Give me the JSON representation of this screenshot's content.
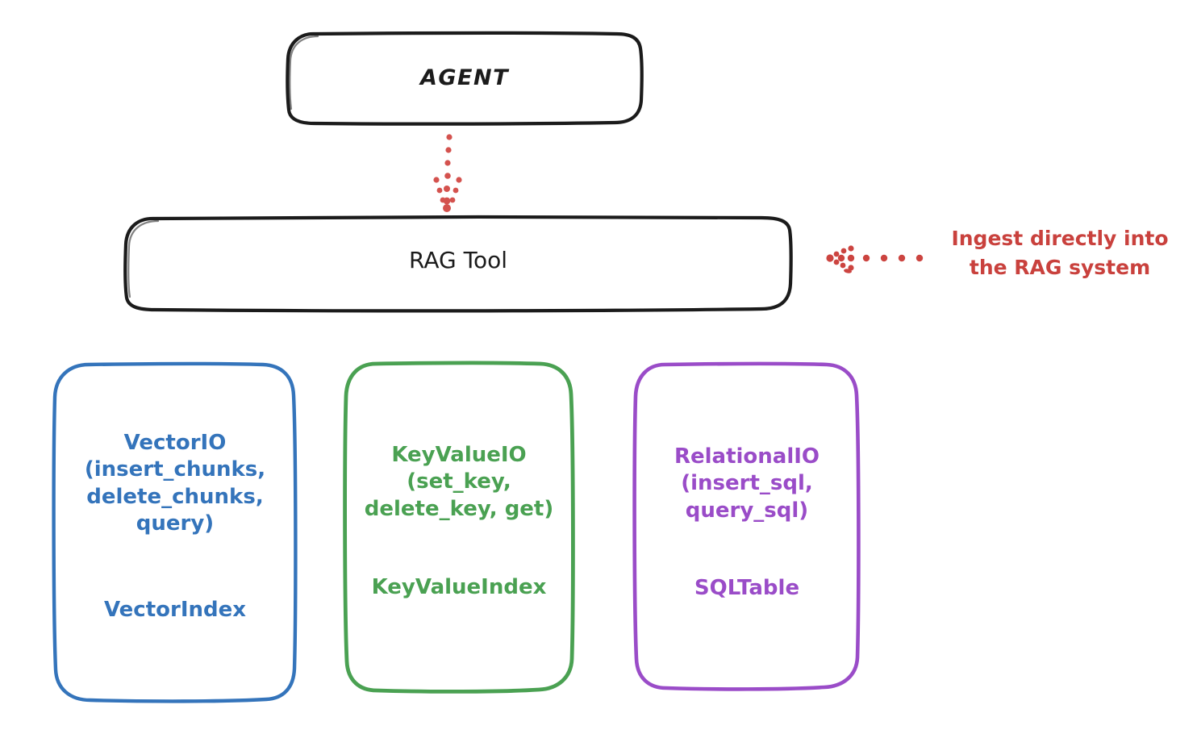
{
  "diagram": {
    "title": "RAG Tool architecture",
    "background": "#ffffff",
    "colors": {
      "stroke_black": "#1b1b1b",
      "vector_blue": "#3474bb",
      "keyvalue_green": "#4aa152",
      "relational_purple": "#9a4cc8",
      "annotation_red": "#c9413d"
    }
  },
  "nodes": {
    "agent": {
      "label": "AGENT",
      "stroke": "#1b1b1b"
    },
    "rag_tool": {
      "label": "RAG Tool",
      "stroke": "#1b1b1b"
    },
    "vector_io": {
      "title": "VectorIO\n(insert_chunks,\ndelete_chunks,\nquery)",
      "index": "VectorIndex",
      "stroke": "#3474bb"
    },
    "key_value_io": {
      "title": "KeyValueIO\n(set_key,\ndelete_key, get)",
      "index": "KeyValueIndex",
      "stroke": "#4aa152"
    },
    "relational_io": {
      "title": "RelationalIO\n(insert_sql,\nquery_sql)",
      "index": "SQLTable",
      "stroke": "#9a4cc8"
    }
  },
  "edges": {
    "agent_to_rag": {
      "style": "dotted",
      "direction": "down",
      "color": "#c9413d"
    },
    "ingest_arrow": {
      "style": "dotted",
      "direction": "left",
      "color": "#c9413d"
    }
  },
  "annotations": {
    "ingest": {
      "text": "Ingest directly into\nthe RAG system",
      "color": "#c9413d"
    }
  }
}
